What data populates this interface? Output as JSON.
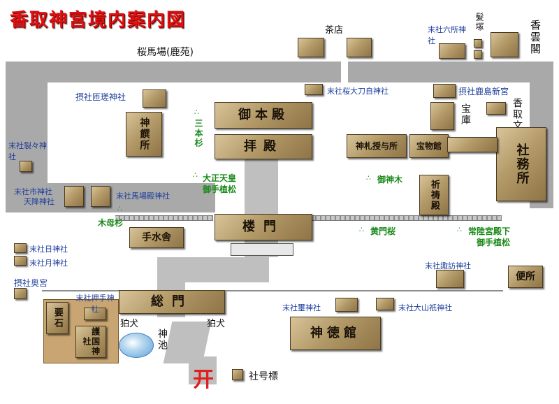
{
  "title": "香取神宮境内案内図",
  "roads": {
    "top_road": "桜馬場(鹿苑)"
  },
  "buildings": {
    "honden": "御本殿",
    "haiden": "拝殿",
    "romon": "楼門",
    "somon": "総門",
    "temizusha": "手水舎",
    "shinsensho": "神饌所",
    "homotsukan": "宝物館",
    "ofuda": "神札授与所",
    "homotsuko": "宝庫",
    "katori_bunko": "香取文庫",
    "shamusho": "社務所",
    "kitoden": "祈祷殿",
    "shintokukan": "神徳館",
    "kaname_ishi": "要石",
    "gokoku_jinja": "護国神社",
    "kouunkaku": "香雲閣",
    "sakuraba": "茶店",
    "kamizuka": "髪塚",
    "benjo": "便所"
  },
  "shrines": {
    "masha_hiryu": "摂社匝瑳神社",
    "massha_rokusho": "末社六所神社",
    "massha_sakura_otachi": "末社桜大刀自神社",
    "sessha_kashima_shingu": "摂社鹿島新宮",
    "massha_kukuri": "末社裂々神社",
    "massha_ichigami": "末社市神社",
    "massha_amakudari": "天降神社",
    "massha_umaba": "末社馬場殿神社",
    "massha_hiko": "末社日神社",
    "massha_tsuki": "末社月神社",
    "sessha_okumiya": "摂社奥宮",
    "massha_suwa": "末社諏訪神社",
    "massha_kanoto": "末社押手神社",
    "massha_kanagoro": "末社璽神社",
    "massha_oyamatsumi": "末社大山祇神社",
    "shagohyo": "社号標"
  },
  "trees": {
    "sanbonsugi": "三本杉",
    "taisho": "大正天皇",
    "taisho2": "御手植松",
    "goshinboku": "御神木",
    "kiboshi": "木母杉",
    "komonzakura": "黄門桜",
    "johitachi": "常陸宮殿下",
    "johitachi2": "御手植松"
  },
  "misc": {
    "komainu_left": "狛犬",
    "komainu_right": "狛犬",
    "shinchi": "神池",
    "torii": "开"
  },
  "colors": {
    "title": "#e01010",
    "road": "#a9a9a9",
    "building": "#b39a68",
    "shrine_text": "#1c3d9c",
    "tree_text": "#1a8a1a",
    "torii": "#e02020"
  }
}
